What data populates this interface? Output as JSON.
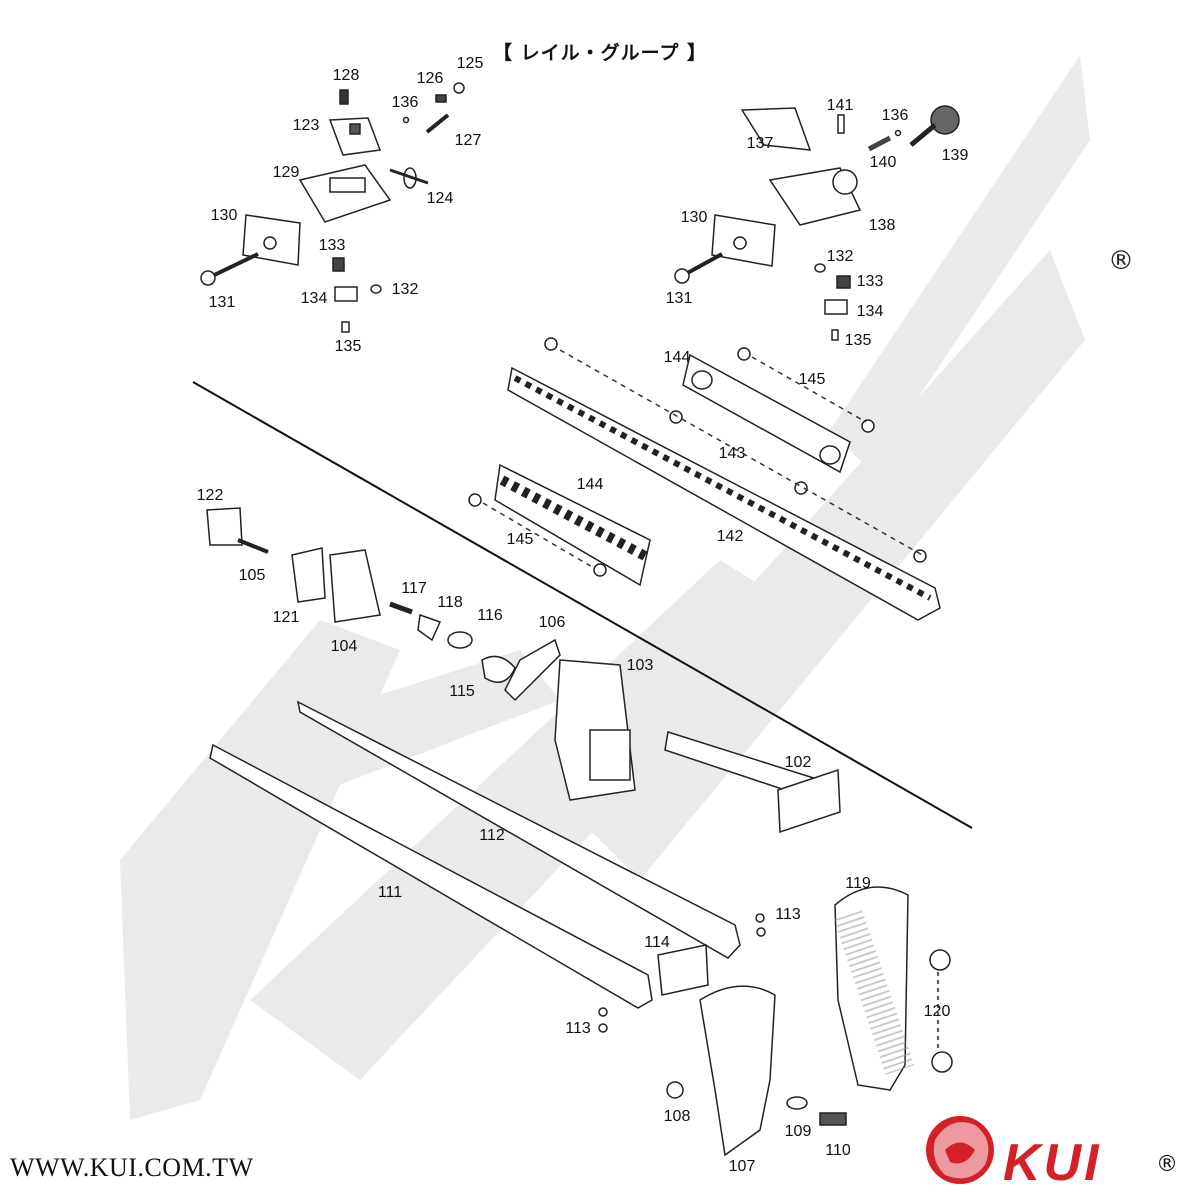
{
  "title": "【 レイル・グループ 】",
  "registered_mark": "®",
  "website": "WWW.KUI.COM.TW",
  "brand": {
    "name": "KUI",
    "registered_mark": "®",
    "color": "#d42027"
  },
  "watermark": {
    "text": "KUI",
    "color": "#e9e9e9"
  },
  "part_labels": [
    "125",
    "126",
    "128",
    "136",
    "127",
    "123",
    "124",
    "129",
    "130",
    "133",
    "131",
    "134",
    "132",
    "135",
    "141",
    "137",
    "136",
    "139",
    "140",
    "138",
    "130",
    "132",
    "133",
    "131",
    "134",
    "135",
    "144",
    "145",
    "143",
    "142",
    "144",
    "145",
    "122",
    "105",
    "121",
    "104",
    "117",
    "118",
    "116",
    "115",
    "106",
    "103",
    "102",
    "112",
    "111",
    "113",
    "114",
    "113",
    "119",
    "120",
    "108",
    "109",
    "110",
    "107"
  ]
}
